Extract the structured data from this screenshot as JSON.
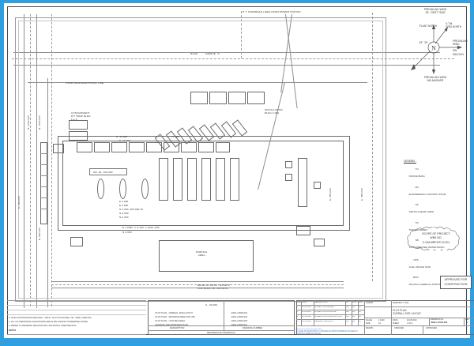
{
  "sheet": {
    "frame_color": "#2f9fe0",
    "paper_color": "#ffffff",
    "line_color": "#555555"
  },
  "wind_rose": {
    "title_top": "PREVAILING WIND\nSE - REST YEAR",
    "plant_north": "PLANT NORTH",
    "utm_grid_north": "U.T.M.\nGRID NORTH",
    "angle_label": "43°  30'",
    "north_glyph": "N",
    "prevailing_right": "PREVAILING\nWIND\n\nSW\nMAY/JUN",
    "prevailing_bottom": "PREVAILING WIND\nNW MAR/APR"
  },
  "legend": {
    "title": "LEGEND :",
    "rows": [
      {
        "code": "TO",
        "sep": ":",
        "desc": "OFFICE BLDG"
      },
      {
        "code": "CR",
        "sep": ":",
        "desc": "ENGINEERING CONTROL ROOM"
      },
      {
        "code": "SS",
        "sep": ":",
        "desc": "SWITCH-GEAR CABIN"
      },
      {
        "code": "TR",
        "sep": ":",
        "desc": "TRANSFORMER"
      },
      {
        "code": "SB",
        "sep": ":",
        "desc": "CONTAMINATED WATER BASIN"
      },
      {
        "code": "OPS",
        "sep": ":",
        "desc": "FUEL OFFICE SKID"
      },
      {
        "code": "MCR",
        "sep": ":",
        "desc": "MILLING CHEMICAL ADDITION"
      }
    ]
  },
  "scope_cloud": {
    "line1": "SCOPE OF PROJECT",
    "line2": "WBS NO.",
    "line3": "C.OM.MRP.DP.12.001"
  },
  "approval_stamp": {
    "line1": "APPROVED FOR",
    "line2": "CONSTRUCTION"
  },
  "plan_labels": {
    "overhead_ht": "H.T. OVERHEAD LINES FROM POWER STATION",
    "overhead_elec": "OVER HEAD ELECTRICAL LINE",
    "road_avenue": "ROAD          AVENUE  'A'",
    "grade_elevation": "GR. EL. 100.000",
    "parking_area": "PARKING\nAREA",
    "edge_of_road": "EDGE OF ROAD / NOSE 87\nFOR BLDG NO. 080.00.01",
    "south_road": "S.  90.000",
    "north_dim_1": "N. 1200.000",
    "north_dim_2": "N. 1000.000",
    "north_dim_3": "N. 850.000",
    "east_dim_1": "E. 150.000",
    "east_dim_2": "E. 250.000",
    "east_dim_3": "E. 380.000",
    "spec_note_1": "E 3.000",
    "spec_note_2": "E 3.000",
    "spec_note_3": "N 4.000  605.000-40",
    "spec_note_4": "N 6.000",
    "spec_note_5": "N 6.300",
    "spec_note_6": "E 3.000 575.000",
    "bldg_tag_1": "CONTAINMENT\nPIT TEMP BLDG\n1-1.3",
    "bldg_tag_2": "INSTALLATION\nBLDG 4.000",
    "coord_1": "E 1.2000  C-5.400  1-2400.-005",
    "coord_2": "N 3.000",
    "dim_top_1": "N  10.000",
    "dim_top_2": "17.000",
    "dim_top_3": "N  10.000"
  },
  "notes_block": {
    "lines": [
      "1. FOR CONTINUATION SEE DWG.  200.01  PLOT PLAN DWG. NO. 4409-1-0503-001",
      "2. ALL CO-ORDINATES, ELEVATIONS ARE IN MM UNLESS OTHERWISE NOTED.",
      "3. REFER TO DRAWING 090-05-00-001 FOR MATCH LINES DETAILS.",
      "NOTES :"
    ],
    "title": "NOTES"
  },
  "reference_block": {
    "title": "REFERENCE DRAWINGS",
    "col_headers": [
      "DESCRIPTION",
      "DRAWING NUMBER"
    ],
    "rows": [
      {
        "desc": "PLOT PLAN - OVERALL SITE LAYOUT",
        "num": "4409-1-0503-001"
      },
      {
        "desc": "PLOT PLAN - PROCESS AREA UNIT 200",
        "num": "4409-1-0503-002"
      },
      {
        "desc": "PLOT PLAN - UTILITIES AREA",
        "num": "4409-1-0503-003"
      },
      {
        "desc": "GRADING AND DRAINAGE PLAN",
        "num": "4409-1-0505-011"
      },
      {
        "desc": "UNDERGROUND PIPING LAYOUT",
        "num": "4409-1-0507-021"
      }
    ]
  },
  "title_block": {
    "revisions": {
      "headers": [
        "REV",
        "DATE",
        "DESCRIPTION",
        "BY",
        "CHK",
        "APP"
      ],
      "rows": [
        {
          "rev": "0",
          "date": "05.02.2012",
          "desc": "ISSUED FOR REVIEW",
          "by": "AM",
          "chk": "RS",
          "app": "KP"
        },
        {
          "rev": "1",
          "date": "11.06.2012",
          "desc": "ISSUED FOR APPROVAL",
          "by": "AM",
          "chk": "RS",
          "app": "KP"
        },
        {
          "rev": "2",
          "date": "24.09.2012",
          "desc": "ISSUED FOR CONSTRUCTION",
          "by": "SD",
          "chk": "RS",
          "app": "KP"
        },
        {
          "rev": "3",
          "date": "18.01.2013",
          "desc": "GENERAL REVISION",
          "by": "SD",
          "chk": "MV",
          "app": "KP"
        },
        {
          "rev": "4",
          "date": "02.05.2013",
          "desc": "AS BUILT",
          "by": "SD",
          "chk": "MV",
          "app": "KP"
        }
      ]
    },
    "client": "CLIENT",
    "project_title": "PLOT PLAN\nOVERALL SITE LAYOUT",
    "drawing_title_label": "DRAWING TITLE",
    "scale_label": "SCALE",
    "scale_value": "1:1000",
    "sheet_label": "SHEET",
    "sheet_value": "1 OF 1",
    "drawing_no_label": "DRAWING No.",
    "drawing_no_value": "4409-1-0503-001",
    "rev_label": "REV",
    "rev_value": "4",
    "size_label": "SIZE",
    "size_value": "A1",
    "date_label": "DATE",
    "date_value": "02.05.2013",
    "footer_note": "MASTER DRAWING REVISION\nIN CASE OF DEVIATIONS / CHANGES OF PRINT DRAWING OR KEEP IN CONTROL SERVICE OFFICE",
    "approved_col": "APPROVED",
    "checked_col": "CHECKED",
    "drawn_col": "DRAWN"
  }
}
